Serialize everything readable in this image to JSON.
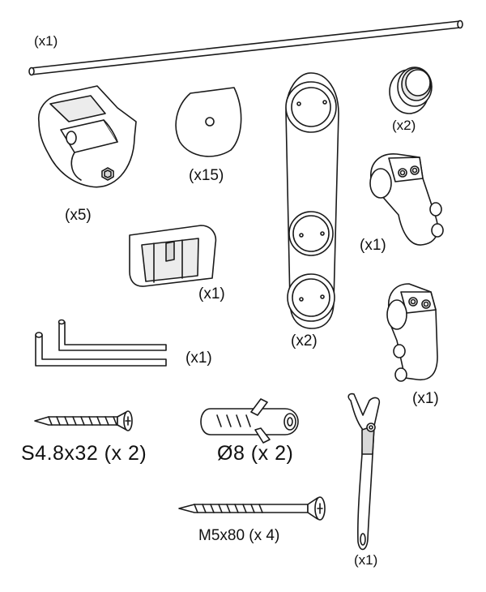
{
  "labels": {
    "rail": "(x1)",
    "end_cap": "(x2)",
    "wall_bracket": "(x5)",
    "washer": "(x15)",
    "floor_guide": "(x1)",
    "roller_hanger": "(x2)",
    "stopper_upper": "(x1)",
    "stopper_lower": "(x1)",
    "allen_keys": "(x1)",
    "wood_screw": "S4.8x32 (x 2)",
    "wall_plug": "Ø8 (x 2)",
    "bolt": "M5x80 (x 4)",
    "spanner": "(x1)"
  },
  "colors": {
    "line": "#1a1a1a",
    "fill": "#ffffff",
    "shade": "#d9d9d9"
  }
}
